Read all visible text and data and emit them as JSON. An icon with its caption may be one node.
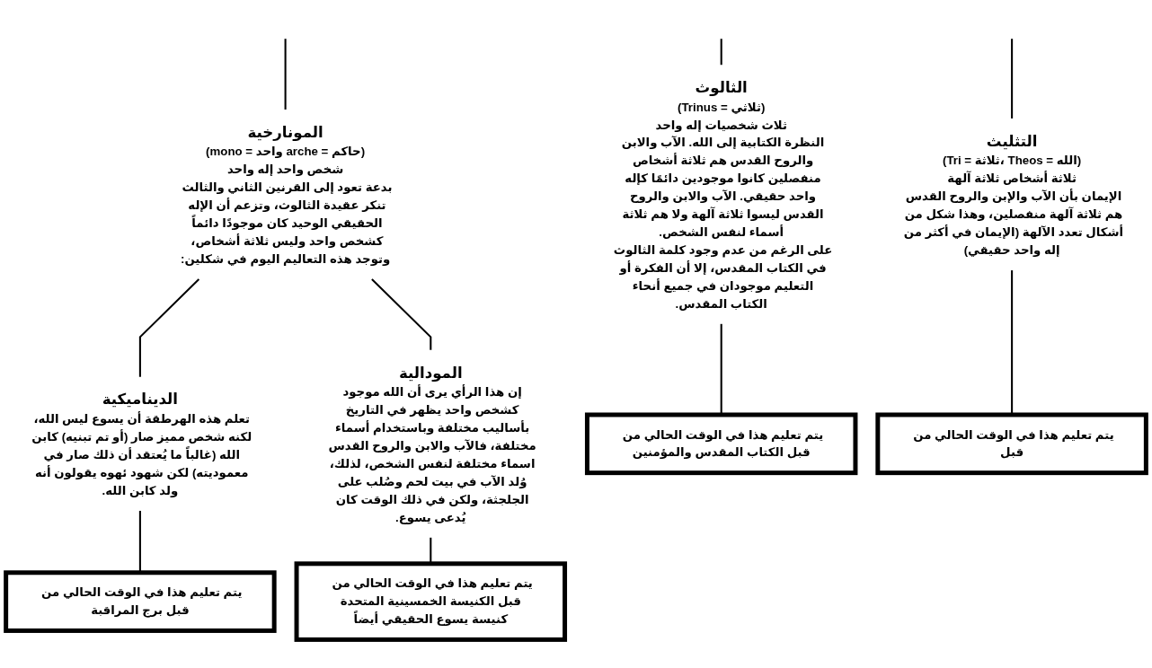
{
  "diagram": {
    "nodes": [
      {
        "text": [
          "التثليث",
          "(Tri = ثلاثة، Theos = الله)",
          "ثلاثة أشخاص ثلاثة آلهة",
          "الإيمان بأن الآب والإبن والروح القدس هم ثلاثة آلهة منفصلين، وهذا شكل من أشكال تعدد الآلهة (الإيمان في أكثر من إله واحد حقيقي)"
        ]
      },
      {
        "text": [
          "يتم تعليم هذا في الوقت الحالي من قبل"
        ]
      },
      {
        "text": [
          "الثالوث",
          "(Trinus = ثلاثي)",
          "ثلاث شخصيات إله واحد",
          "النظرة الكتابية إلى الله. الآب والابن والروح القدس هم ثلاثة أشخاص منفصلين كانوا موجودين دائمًا كإله واحد حقيقي. الآب والابن والروح القدس ليسوا ثلاثة آلهة ولا هم ثلاثة أسماء لنفس الشخص.",
          "على الرغم من عدم وجود كلمة الثالوث في الكتاب المقدس، إلا أن الفكرة أو التعليم موجودان في جميع أنحاء الكتاب المقدس."
        ]
      },
      {
        "text": [
          "يتم تعليم هذا في الوقت الحالي من قبل الكتاب المقدس والمؤمنين"
        ]
      },
      {
        "text": [
          "المونارخية",
          "(mono = واحد arche = حاكم)",
          "شخص واحد إله واحد",
          "بدعة تعود إلى القرنين الثاني والثالث تنكر عقيدة الثالوث، وتزعم أن الإله الحقيقي الوحيد كان موجودًا دائماً كشخص واحد وليس ثلاثة أشخاص، وتوجد هذه التعاليم اليوم في شكلين:"
        ]
      },
      {
        "text": [
          "الديناميكية",
          "تعلم هذه الهرطقة أن يسوع ليس الله، لكنه شخص مميز صار (أو تم تبنيه) كابن الله (غالباً ما يُعتقد أن ذلك صار في معموديته) لكن شهود ئهوه يقولون أنه ولد كابن الله."
        ]
      },
      {
        "text": [
          "يتم تعليم هذا في الوقت الحالي من قبل برج المراقبة"
        ]
      },
      {
        "text": [
          "المودالية",
          "إن هذا الرأي يرى أن الله موجود كشخص واحد يظهر في التاريخ بأساليب مختلفة وباستخدام أسماء مختلفة، فالآب والابن والروح القدس اسماء مختلفة لنفس الشخص، لذلك، وُلد الآب في بيت لحم وصُلب على الجلجثة، ولكن في ذلك الوقت كان يُدعى يسوع."
        ]
      },
      {
        "text": [
          "يتم تعليم هذا في الوقت الحالي من قبل الكنيسة الخمسينية المتحدة",
          "كنيسة يسوع الحقيقي أيضاً"
        ]
      }
    ],
    "edges": [
      {
        "from": null,
        "to": 0,
        "arrow": "none"
      },
      {
        "from": 0,
        "to": 1,
        "arrow": "none"
      },
      {
        "from": null,
        "to": 2,
        "arrow": "none"
      },
      {
        "from": 2,
        "to": 3,
        "arrow": "none"
      },
      {
        "from": null,
        "to": 4,
        "arrow": "none"
      },
      {
        "from": 4,
        "to": 5,
        "arrow": "none"
      },
      {
        "from": 5,
        "to": 6,
        "arrow": "none"
      },
      {
        "from": 4,
        "to": 7,
        "arrow": "none"
      },
      {
        "from": 7,
        "to": 8,
        "arrow": "none"
      }
    ]
  }
}
